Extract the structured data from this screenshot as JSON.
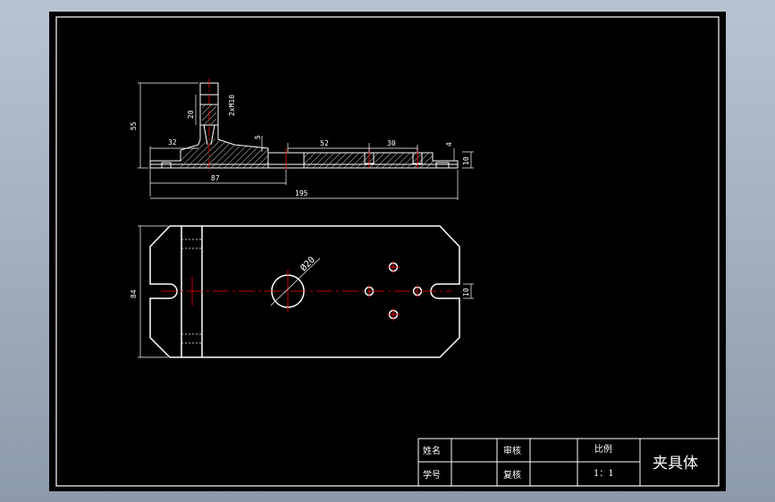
{
  "drawing": {
    "background_color": "#000000",
    "line_color": "#ffffff",
    "centerline_color": "#ff0000",
    "hatch_color": "#ffffff"
  },
  "front_view": {
    "dimensions": {
      "height_total": "55",
      "hole_depth": "20",
      "thread_spec": "2xM10",
      "left_offset": "32",
      "step_height": "5",
      "spacing_1": "52",
      "spacing_2": "30",
      "slot_depth": "4",
      "base_thickness": "10",
      "center_distance": "87",
      "overall_length": "195"
    }
  },
  "top_view": {
    "dimensions": {
      "width": "84",
      "bore_diameter": "Ø20",
      "slot_width": "10"
    }
  },
  "title_block": {
    "name_label": "姓名",
    "review_label": "审核",
    "scale_label": "比例",
    "student_id_label": "学号",
    "recheck_label": "复核",
    "scale_value": "1：1",
    "part_name": "夹具体"
  }
}
